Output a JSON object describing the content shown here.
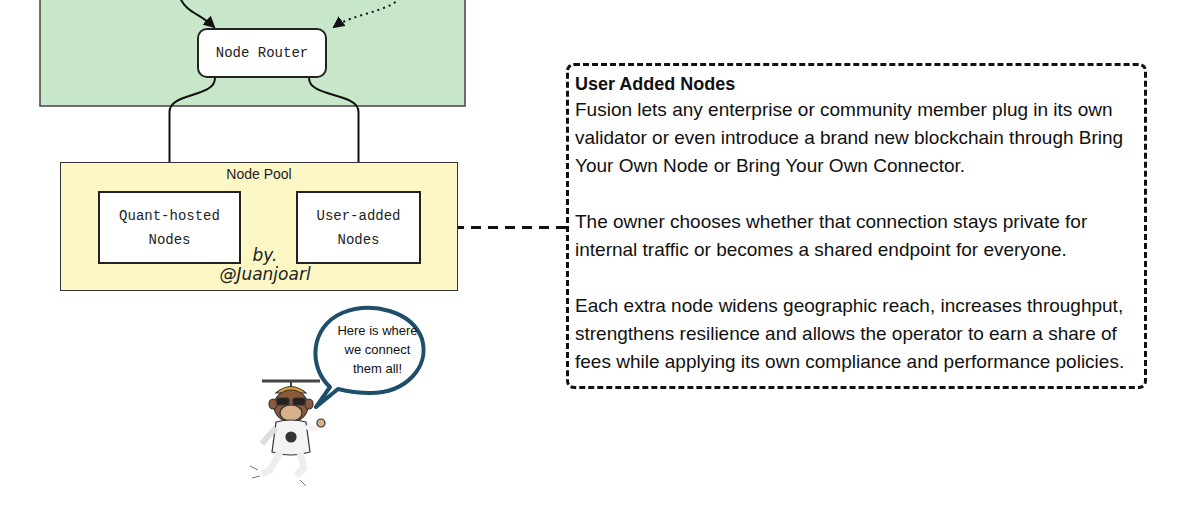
{
  "diagram": {
    "nodes": [
      {
        "text": [
          "Node Router"
        ]
      },
      {
        "text": [
          "Node Pool"
        ]
      },
      {
        "text": [
          "Quant-hosted Nodes"
        ],
        "in": 1
      },
      {
        "text": [
          "User-added Nodes"
        ],
        "in": 1
      },
      {
        "text": [
          "User Added Nodes",
          "Fusion lets any enterprise or community member plug in its own validator or even introduce a brand new blockchain through Bring Your Own Node or Bring Your Own Connector.",
          "The owner chooses whether that connection stays private for internal traffic or becomes a shared endpoint for everyone.",
          "Each extra node widens geographic reach, increases throughput, strengthens resilience and allows the operator to earn a share of fees while applying its own compliance and performance policies."
        ]
      },
      {
        "text": [
          "Here is where we connect them all!"
        ]
      }
    ],
    "edges": [
      {
        "from": 0,
        "to": 2,
        "arrow": "to"
      },
      {
        "from": 0,
        "to": 3,
        "arrow": "to"
      },
      {
        "from": 4,
        "to": 3,
        "arrow": "to"
      }
    ],
    "labels": [
      "by. @Juanjoarl"
    ]
  }
}
